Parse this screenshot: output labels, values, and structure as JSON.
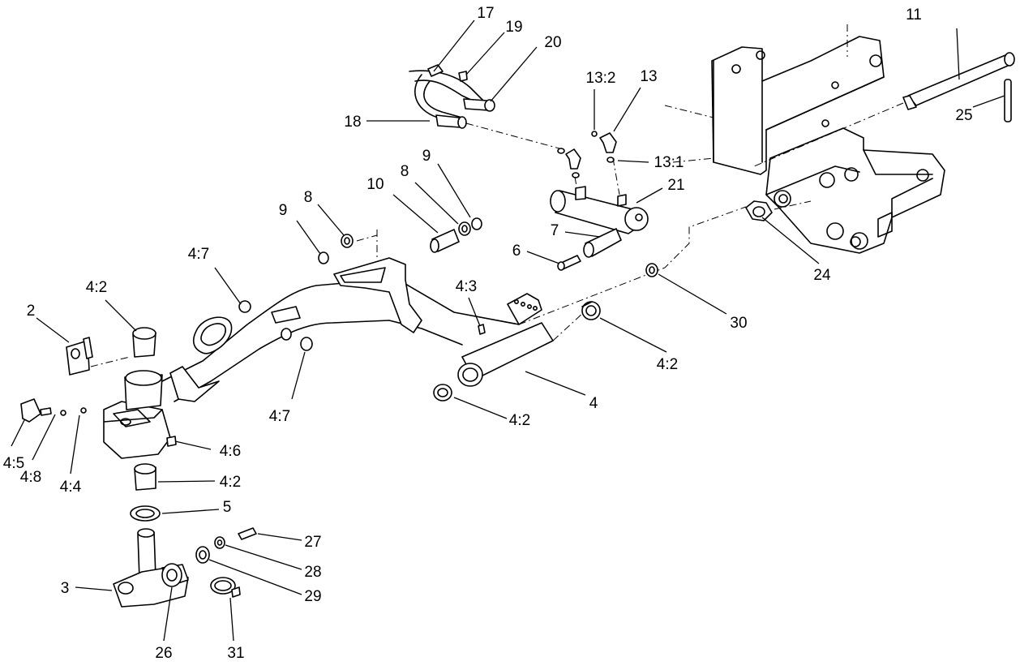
{
  "figure": {
    "callouts": [
      {
        "id": "c17",
        "label": "17"
      },
      {
        "id": "c19",
        "label": "19"
      },
      {
        "id": "c20",
        "label": "20"
      },
      {
        "id": "c18",
        "label": "18"
      },
      {
        "id": "c13_2",
        "label": "13:2"
      },
      {
        "id": "c13",
        "label": "13"
      },
      {
        "id": "c13_1",
        "label": "13:1"
      },
      {
        "id": "c11",
        "label": "11"
      },
      {
        "id": "c25",
        "label": "25"
      },
      {
        "id": "c9a",
        "label": "9"
      },
      {
        "id": "c8a",
        "label": "8"
      },
      {
        "id": "c10",
        "label": "10"
      },
      {
        "id": "c8b",
        "label": "8"
      },
      {
        "id": "c9b",
        "label": "9"
      },
      {
        "id": "c21",
        "label": "21"
      },
      {
        "id": "c7",
        "label": "7"
      },
      {
        "id": "c6",
        "label": "6"
      },
      {
        "id": "c24",
        "label": "24"
      },
      {
        "id": "c4_7a",
        "label": "4:7"
      },
      {
        "id": "c4_3",
        "label": "4:3"
      },
      {
        "id": "c4_2a",
        "label": "4:2"
      },
      {
        "id": "c2",
        "label": "2"
      },
      {
        "id": "c30",
        "label": "30"
      },
      {
        "id": "c4_2b",
        "label": "4:2"
      },
      {
        "id": "c4",
        "label": "4"
      },
      {
        "id": "c4_2c",
        "label": "4:2"
      },
      {
        "id": "c4_7b",
        "label": "4:7"
      },
      {
        "id": "c4_6",
        "label": "4:6"
      },
      {
        "id": "c4_5",
        "label": "4:5"
      },
      {
        "id": "c4_8",
        "label": "4:8"
      },
      {
        "id": "c4_4",
        "label": "4:4"
      },
      {
        "id": "c4_2d",
        "label": "4:2"
      },
      {
        "id": "c5",
        "label": "5"
      },
      {
        "id": "c27",
        "label": "27"
      },
      {
        "id": "c28",
        "label": "28"
      },
      {
        "id": "c3",
        "label": "3"
      },
      {
        "id": "c29",
        "label": "29"
      },
      {
        "id": "c26",
        "label": "26"
      },
      {
        "id": "c31",
        "label": "31"
      }
    ]
  }
}
